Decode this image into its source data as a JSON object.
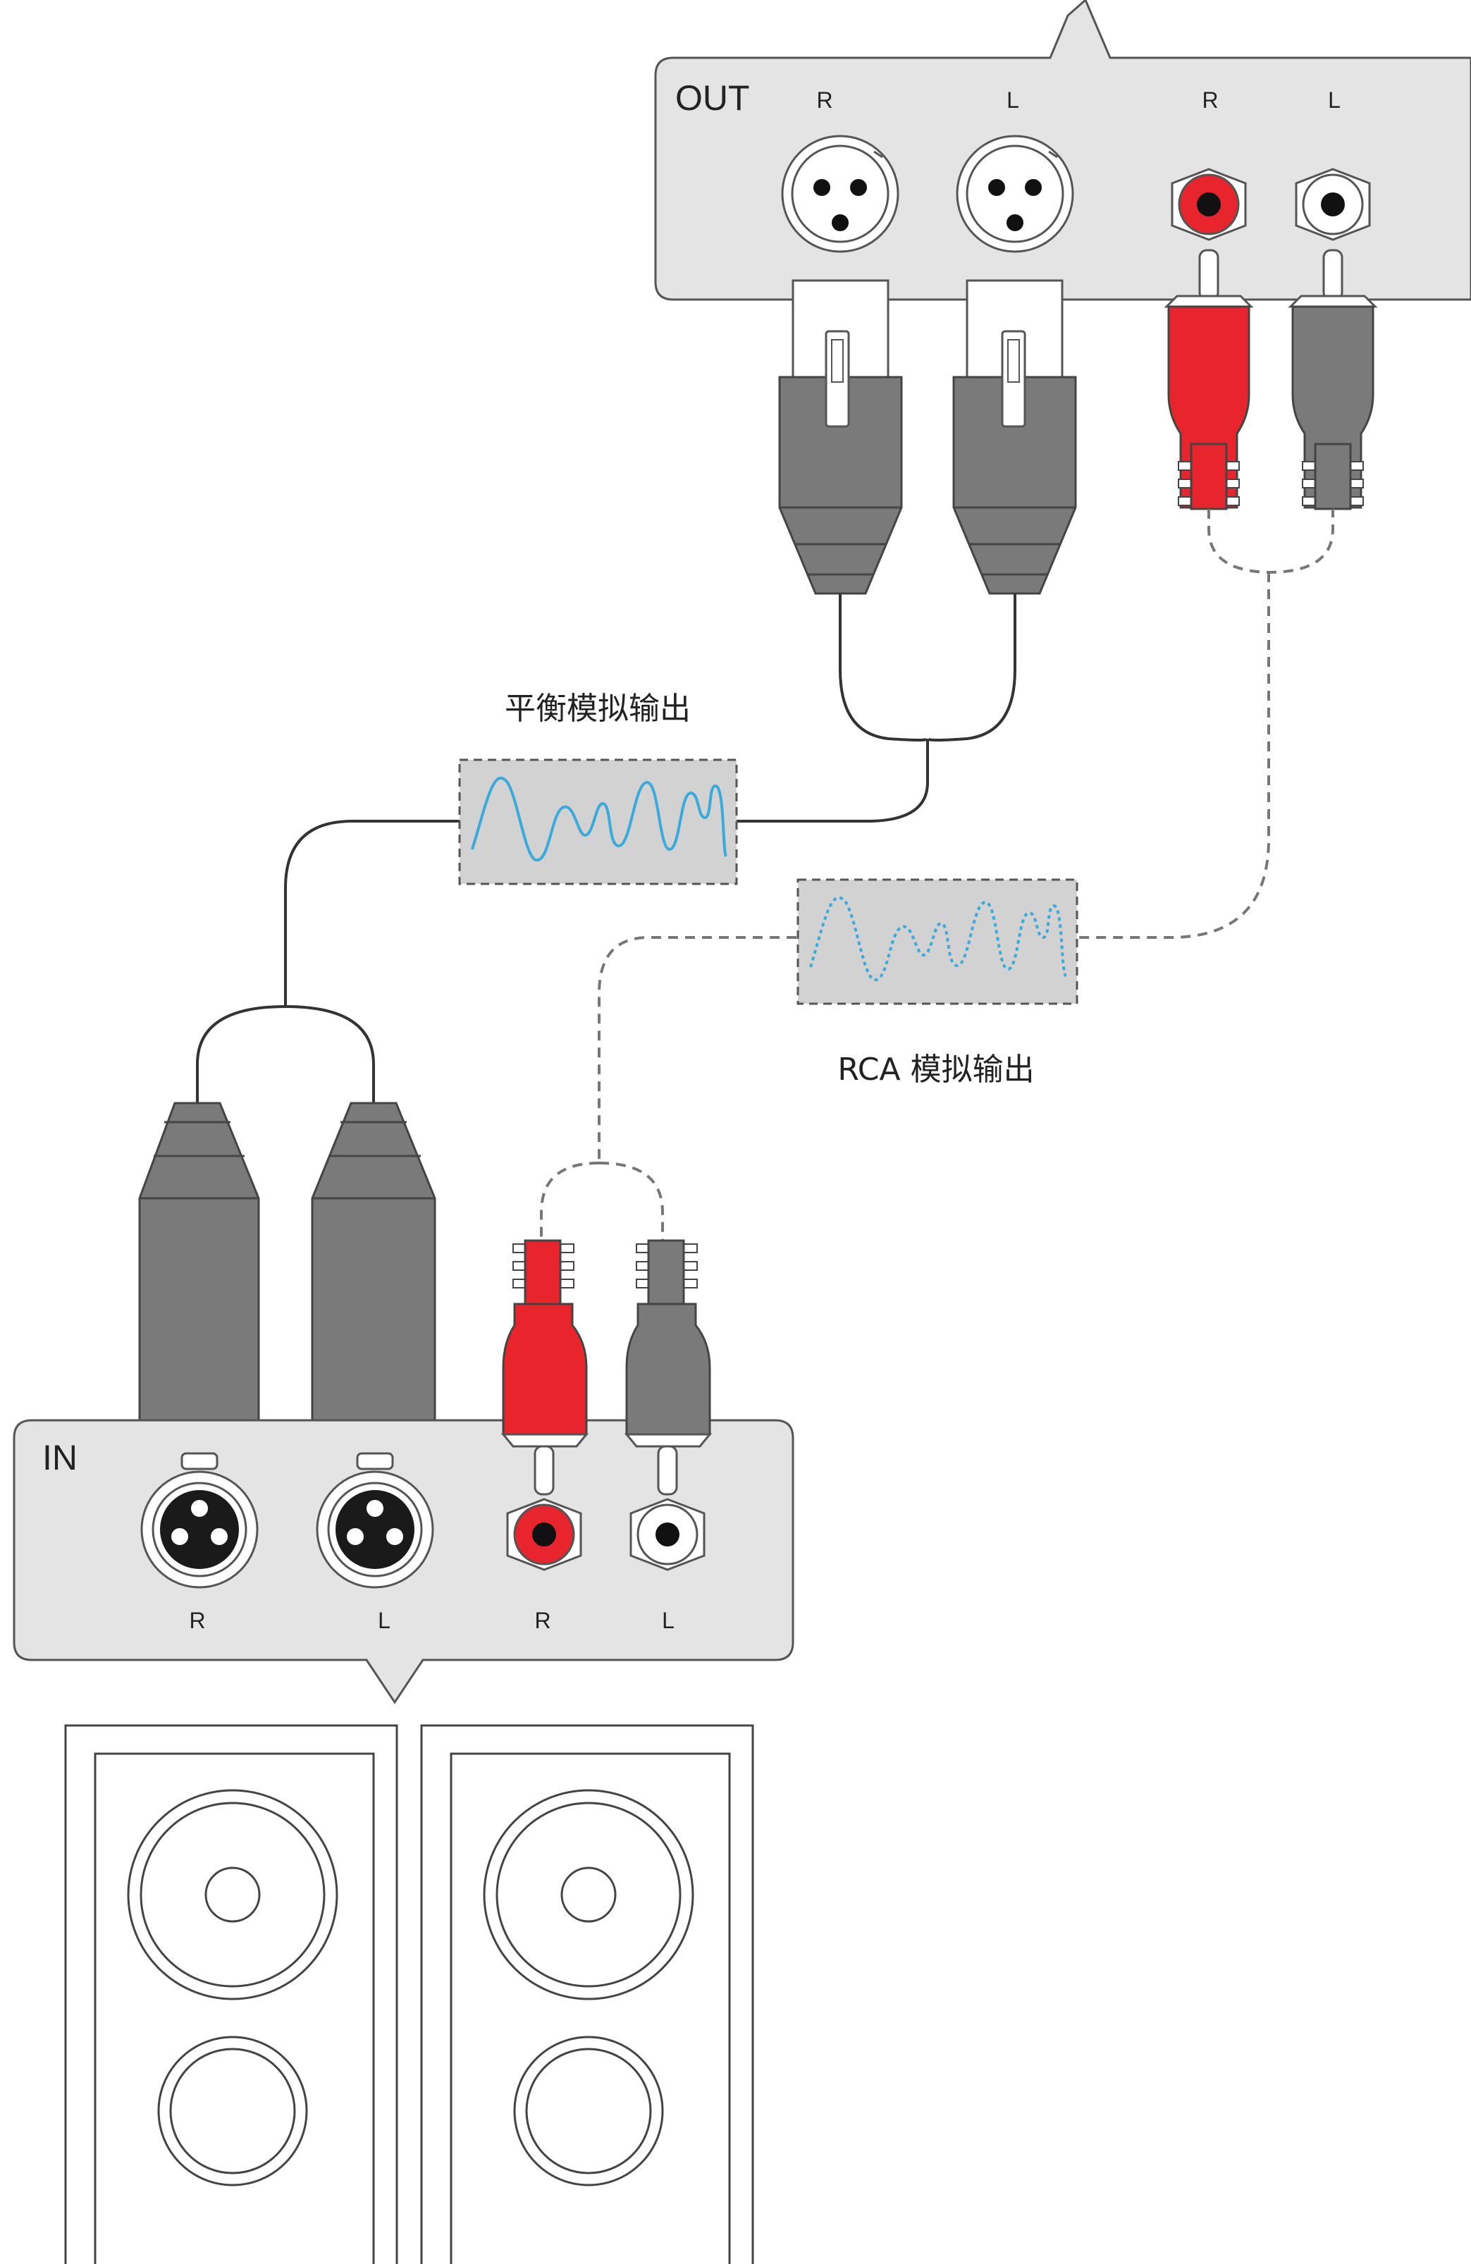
{
  "colors": {
    "panel_fill": "#e4e4e4",
    "connector_gray": "#7a7a7a",
    "connector_red": "#e8242c",
    "signal_blue": "#3aa9dc",
    "signal_box": "#d2d2d2",
    "line": "#333333"
  },
  "out_panel": {
    "title": "OUT",
    "xlr_r_label": "R",
    "xlr_l_label": "L",
    "rca_r_label": "R",
    "rca_l_label": "L"
  },
  "in_panel": {
    "title": "IN",
    "xlr_r_label": "R",
    "xlr_l_label": "L",
    "rca_r_label": "R",
    "rca_l_label": "L"
  },
  "balanced": {
    "label": "平衡模拟输出",
    "signal_style": "solid"
  },
  "rca": {
    "label": "RCA 模拟输出",
    "signal_style": "dotted"
  },
  "speakers": {
    "count": 2,
    "icon": "speaker-icon"
  }
}
